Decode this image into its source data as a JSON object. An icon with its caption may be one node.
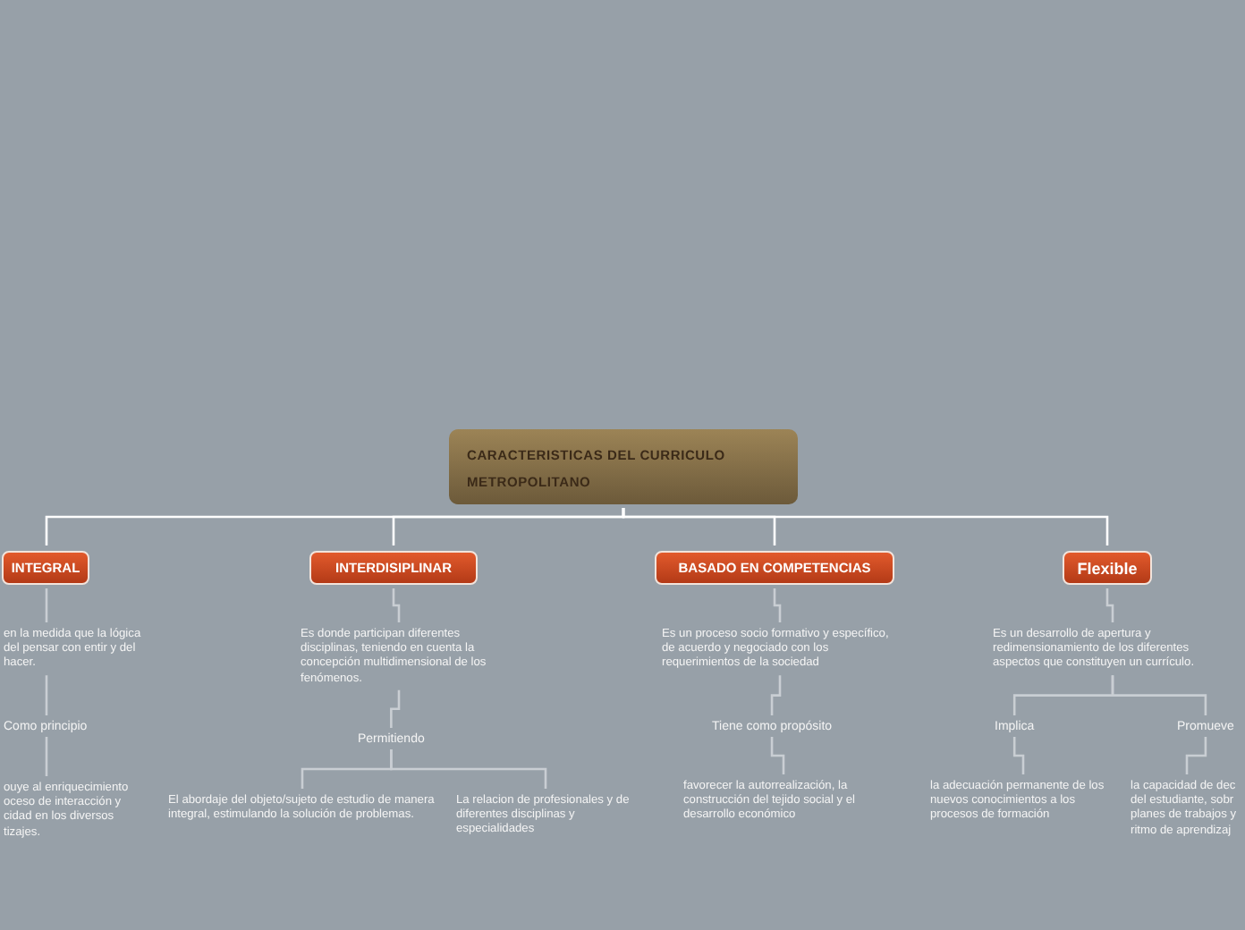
{
  "diagram": {
    "nodes": [
      {
        "text": [
          "CARACTERISTICAS DEL CURRICULO METROPOLITANO"
        ]
      },
      {
        "text": [
          "INTEGRAL"
        ]
      },
      {
        "text": [
          "INTERDISIPLINAR"
        ]
      },
      {
        "text": [
          "BASADO EN COMPETENCIAS"
        ]
      },
      {
        "text": [
          "Flexible"
        ]
      },
      {
        "text": [
          "en la medida que la lógica del pensar con entir y del hacer."
        ]
      },
      {
        "text": [
          "Como principio"
        ]
      },
      {
        "text": [
          "ouye al enriquecimiento oceso de interacción y cidad en los diversos tizajes."
        ]
      },
      {
        "text": [
          "Es donde participan diferentes disciplinas, teniendo en cuenta la concepción multidimensional de los fenómenos."
        ]
      },
      {
        "text": [
          "Permitiendo"
        ]
      },
      {
        "text": [
          "El abordaje del objeto/sujeto de estudio de manera integral, estimulando la solución de problemas."
        ]
      },
      {
        "text": [
          "La relacion de profesionales y de diferentes disciplinas y especialidades"
        ]
      },
      {
        "text": [
          "Es un proceso socio formativo y específico, de acuerdo y negociado con los requerimientos de la sociedad"
        ]
      },
      {
        "text": [
          "Tiene como propósito"
        ]
      },
      {
        "text": [
          "favorecer la autorrealización, la construcción del tejido social y el desarrollo económico"
        ]
      },
      {
        "text": [
          "Es un desarrollo de apertura y redimensionamiento de los diferentes aspectos que constituyen un currículo."
        ]
      },
      {
        "text": [
          "Implica"
        ]
      },
      {
        "text": [
          "Promueve"
        ]
      },
      {
        "text": [
          "la adecuación permanente de los nuevos conocimientos a los procesos de formación"
        ]
      },
      {
        "text": [
          "la capacidad de dec del estudiante, sobr planes de trabajos y ritmo de aprendizaj"
        ]
      }
    ],
    "edges": [
      {
        "from": 0,
        "to": 1,
        "arrow": "none"
      },
      {
        "from": 0,
        "to": 2,
        "arrow": "none"
      },
      {
        "from": 0,
        "to": 3,
        "arrow": "none"
      },
      {
        "from": 0,
        "to": 4,
        "arrow": "none"
      },
      {
        "from": 1,
        "to": 5,
        "arrow": "none"
      },
      {
        "from": 5,
        "to": 6,
        "arrow": "none"
      },
      {
        "from": 6,
        "to": 7,
        "arrow": "none"
      },
      {
        "from": 2,
        "to": 8,
        "arrow": "none"
      },
      {
        "from": 8,
        "to": 9,
        "arrow": "none"
      },
      {
        "from": 9,
        "to": 10,
        "arrow": "none"
      },
      {
        "from": 9,
        "to": 11,
        "arrow": "none"
      },
      {
        "from": 3,
        "to": 12,
        "arrow": "none"
      },
      {
        "from": 12,
        "to": 13,
        "arrow": "none"
      },
      {
        "from": 13,
        "to": 14,
        "arrow": "none"
      },
      {
        "from": 4,
        "to": 15,
        "arrow": "none"
      },
      {
        "from": 15,
        "to": 16,
        "arrow": "none"
      },
      {
        "from": 15,
        "to": 17,
        "arrow": "none"
      },
      {
        "from": 16,
        "to": 18,
        "arrow": "none"
      },
      {
        "from": 17,
        "to": 19,
        "arrow": "none"
      }
    ]
  }
}
